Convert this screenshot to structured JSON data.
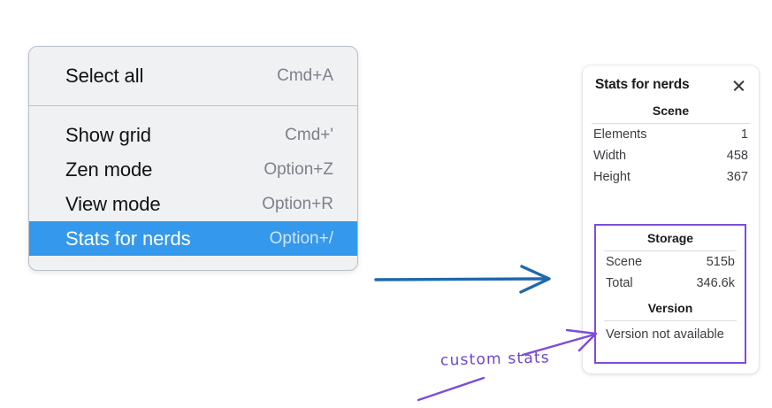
{
  "context_menu": {
    "groups": [
      {
        "items": [
          {
            "label": "Select all",
            "shortcut": "Cmd+A",
            "selected": false
          }
        ]
      },
      {
        "items": [
          {
            "label": "Show grid",
            "shortcut": "Cmd+'",
            "selected": false
          },
          {
            "label": "Zen mode",
            "shortcut": "Option+Z",
            "selected": false
          },
          {
            "label": "View mode",
            "shortcut": "Option+R",
            "selected": false
          },
          {
            "label": "Stats for nerds",
            "shortcut": "Option+/",
            "selected": true
          }
        ]
      }
    ],
    "highlight_color": "#3498ec"
  },
  "stats_panel": {
    "title": "Stats for nerds",
    "close_icon": "close-icon",
    "scene": {
      "heading": "Scene",
      "rows": [
        {
          "key": "Elements",
          "value": "1"
        },
        {
          "key": "Width",
          "value": "458"
        },
        {
          "key": "Height",
          "value": "367"
        }
      ]
    },
    "storage": {
      "heading": "Storage",
      "rows": [
        {
          "key": "Scene",
          "value": "515b"
        },
        {
          "key": "Total",
          "value": "346.6k"
        }
      ]
    },
    "version": {
      "heading": "Version",
      "text": "Version not available"
    },
    "highlight_box_color": "#7c4ddb"
  },
  "annotations": {
    "handwritten_label": "custom stats",
    "blue_arrow_color": "#1f69ad",
    "purple_arrow_color": "#7c4ddb"
  }
}
